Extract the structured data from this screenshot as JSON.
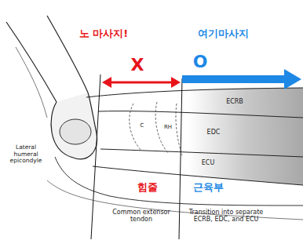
{
  "diagram": {
    "labels": [
      "노 마사지!",
      "여기마사지",
      "X",
      "O",
      "ECRB",
      "EDC",
      "ECU",
      "C",
      "RH",
      "Lateral humeral epicondyle",
      "힘줄",
      "근육부",
      "Common extensor tendon",
      "Transition into separate ECRB, EDC, and ECU"
    ]
  }
}
